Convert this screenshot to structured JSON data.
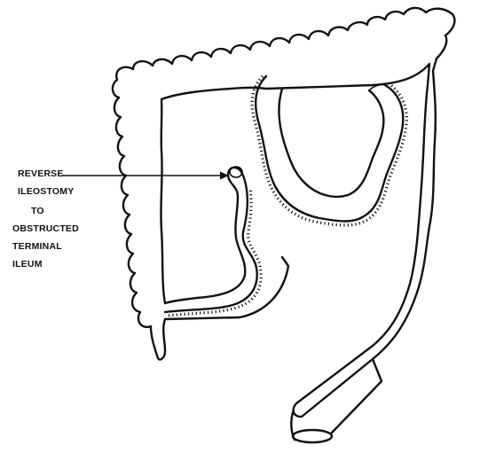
{
  "labels": {
    "line1": "REVERSE",
    "line2": "ILEOSTOMY",
    "line3": "TO",
    "line4": "OBSTRUCTED",
    "line5": "TERMINAL",
    "line6": "ILEUM"
  }
}
